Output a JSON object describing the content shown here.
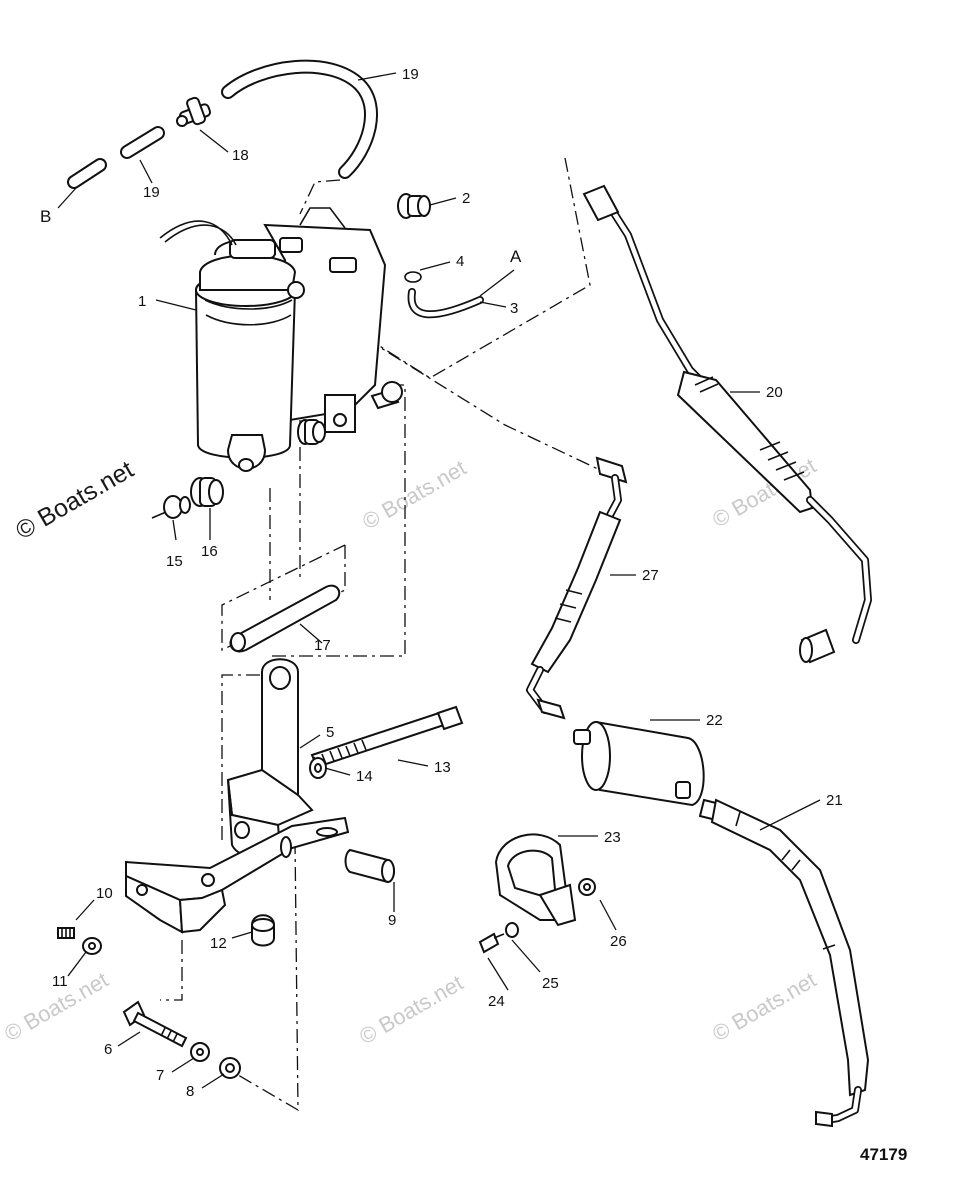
{
  "diagram": {
    "figure_number": "47179",
    "watermark_text": "© Boats.net",
    "letters": {
      "A": "A",
      "B": "B"
    },
    "callouts": {
      "c1": "1",
      "c2": "2",
      "c3": "3",
      "c4": "4",
      "c5": "5",
      "c6": "6",
      "c7": "7",
      "c8": "8",
      "c9": "9",
      "c10": "10",
      "c11": "11",
      "c12": "12",
      "c13": "13",
      "c14": "14",
      "c15": "15",
      "c16": "16",
      "c17": "17",
      "c18": "18",
      "c19a": "19",
      "c19b": "19",
      "c20": "20",
      "c21": "21",
      "c22": "22",
      "c23": "23",
      "c24": "24",
      "c25": "25",
      "c26": "26",
      "c27": "27"
    },
    "colors": {
      "ink": "#111111",
      "watermark": "#c9c9c9",
      "background": "#ffffff"
    }
  }
}
